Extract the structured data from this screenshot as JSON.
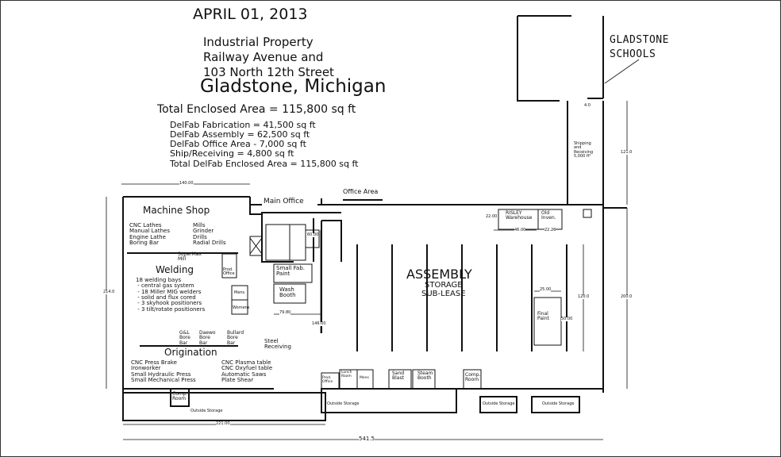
{
  "header": {
    "date": "APRIL 01, 2013",
    "address_line1": "Industrial Property",
    "address_line2": "Railway Avenue and",
    "address_line3": "103 North 12th Street",
    "city": "Gladstone, Michigan",
    "total_area": "Total Enclosed Area = 115,800 sq ft"
  },
  "area_breakdown": [
    "DelFab Fabrication = 41,500 sq ft",
    "DelFab Assembly  = 62,500 sq ft",
    "DelFab Office Area - 7,000 sq ft",
    "Ship/Receiving     =  4,800 sq ft",
    "Total DelFab Enclosed Area = 115,800 sq ft"
  ],
  "neighbor": {
    "line1": "GLADSTONE",
    "line2": "SCHOOLS"
  },
  "rooms": {
    "machine_shop": "Machine Shop",
    "machine_list_left": "CNC Lathes\nManual Lathes\nEngine Lathe\nBoring Bar",
    "machine_list_right": "Mills\nGrinder\nDrills\nRadial Drills",
    "supermax": "SuperMax\nMill",
    "welding": "Welding",
    "welding_list": "18 welding bays\n - central gas system\n - 18 Miller MIG welders\n - solid and flux cored\n - 3 skyhook positioners\n - 3 tilt/rotate positioners",
    "prod_office": "Prod.\nOffice",
    "mens": "Mens",
    "womens": "Womens",
    "small_fab_paint": "Small Fab.\nPaint",
    "wash_booth": "Wash\nBooth",
    "main_office": "Main Office",
    "office_area": "Office Area",
    "gl_bore": "G&L\nBore\nBar",
    "daewo_bore": "Daewo\nBore\nBar",
    "bullard_bore": "Bullard\nBore\nBar",
    "steel_receiving": "Steel\nReceiving",
    "origination": "Origination",
    "orig_list_left": "CNC Press Brake\nIronworker\nSmall Hydraulic Press\nSmall Mechanical Press",
    "orig_list_right": "CNC Plasma table\nCNC Oxyfuel table\nAutomatic Saws\nPlate Shear",
    "comp_room_left": "Comp.\nRoom",
    "outside_storage_left": "Outside Storage",
    "assembly": "ASSEMBLY",
    "storage": "STORAGE",
    "sublease": "SUB-LEASE",
    "risley": "RISLEY\nWarehouse",
    "old_inven": "Old\nInven.",
    "shipping": "Shipping\nand\nReceiving\n5,000 ft²",
    "final_paint": "Final\nPaint",
    "prod_office_bottom": "Prod.\nOffice",
    "lunch_room": "Lunch\nRoom",
    "mens_bottom": "Mens",
    "sand_blast": "Sand\nBlast",
    "steam_booth": "Steam\nBooth",
    "comp_room_right": "Comp.\nRoom",
    "outside_storage_1": "Outside Storage",
    "outside_storage_2": "Outside Storage",
    "outside_storage_3": "Outside Storage"
  },
  "dimensions": {
    "d140": "140.00",
    "d214": "214.0",
    "d221": "221.00",
    "d5415": "541.5",
    "d121": "121.0",
    "d200": "200.0",
    "d120": "120.0",
    "d7990": "79.80",
    "d14600": "146.00",
    "d6000": "60.00",
    "d2500": "25.00",
    "d5000": "50.00",
    "d2200": "22.00",
    "d4600": "46.00",
    "d2226": "22.26",
    "d40": "4.0"
  }
}
